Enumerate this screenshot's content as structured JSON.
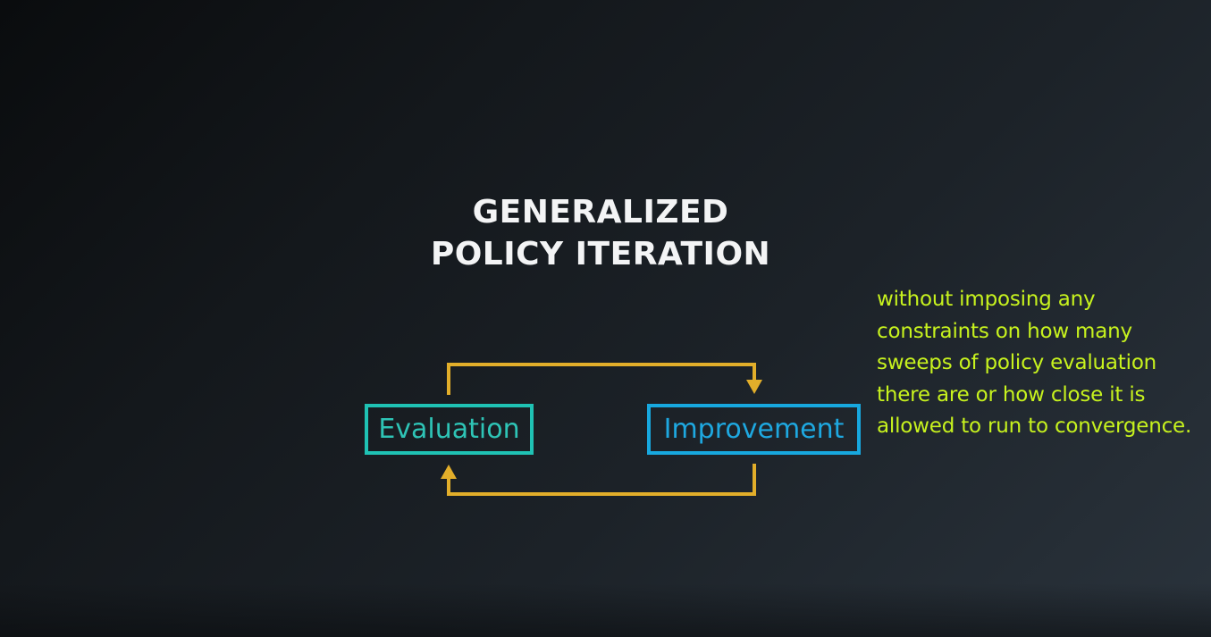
{
  "title": {
    "line1": "GENERALIZED",
    "line2": "POLICY ITERATION"
  },
  "nodes": {
    "evaluation": {
      "label": "Evaluation",
      "color": "#1fc2b4"
    },
    "improvement": {
      "label": "Improvement",
      "color": "#17a8df"
    }
  },
  "edges": [
    {
      "from": "evaluation",
      "to": "improvement",
      "color": "#e2ae2a"
    },
    {
      "from": "improvement",
      "to": "evaluation",
      "color": "#e2ae2a"
    }
  ],
  "caption": {
    "lines": [
      "without imposing any",
      "constraints on how many",
      "sweeps of policy evaluation",
      "there are or how close it is",
      "allowed to run to convergence."
    ],
    "color": "#c7f21e"
  }
}
